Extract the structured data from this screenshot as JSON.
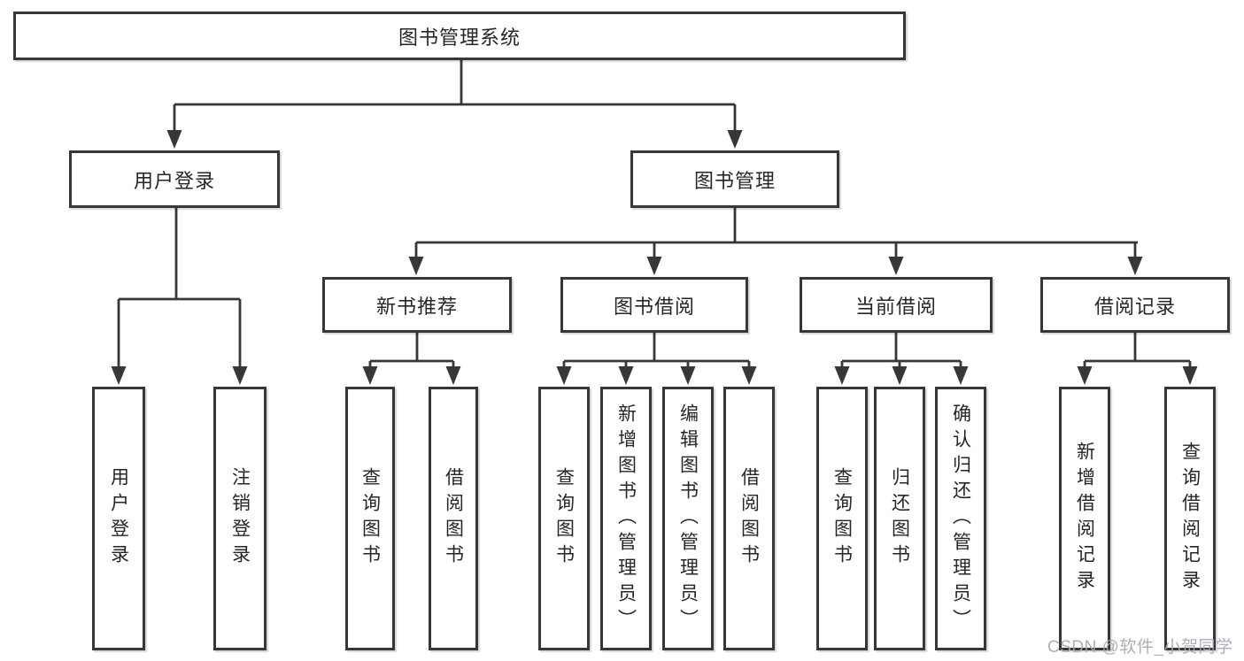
{
  "diagram_title": "图书管理系统",
  "colors": {
    "background": "#ffffff",
    "line": "#373737",
    "box_border": "#373737",
    "text": "#262626",
    "watermark": "#a8a8b2"
  },
  "tree": {
    "label": "图书管理系统",
    "children": [
      {
        "label": "用户登录",
        "children": [
          {
            "label": "用户登录"
          },
          {
            "label": "注销登录"
          }
        ]
      },
      {
        "label": "图书管理",
        "children": [
          {
            "label": "新书推荐",
            "children": [
              {
                "label": "查询图书"
              },
              {
                "label": "借阅图书"
              }
            ]
          },
          {
            "label": "图书借阅",
            "children": [
              {
                "label": "查询图书"
              },
              {
                "label": "新增图书（管理员）"
              },
              {
                "label": "编辑图书（管理员）"
              },
              {
                "label": "借阅图书"
              }
            ]
          },
          {
            "label": "当前借阅",
            "children": [
              {
                "label": "查询图书"
              },
              {
                "label": "归还图书"
              },
              {
                "label": "确认归还（管理员）"
              }
            ]
          },
          {
            "label": "借阅记录",
            "children": [
              {
                "label": "新增借阅记录"
              },
              {
                "label": "查询借阅记录"
              }
            ]
          }
        ]
      }
    ]
  },
  "watermark": {
    "text": "CSDN @软件_小贺同学"
  }
}
